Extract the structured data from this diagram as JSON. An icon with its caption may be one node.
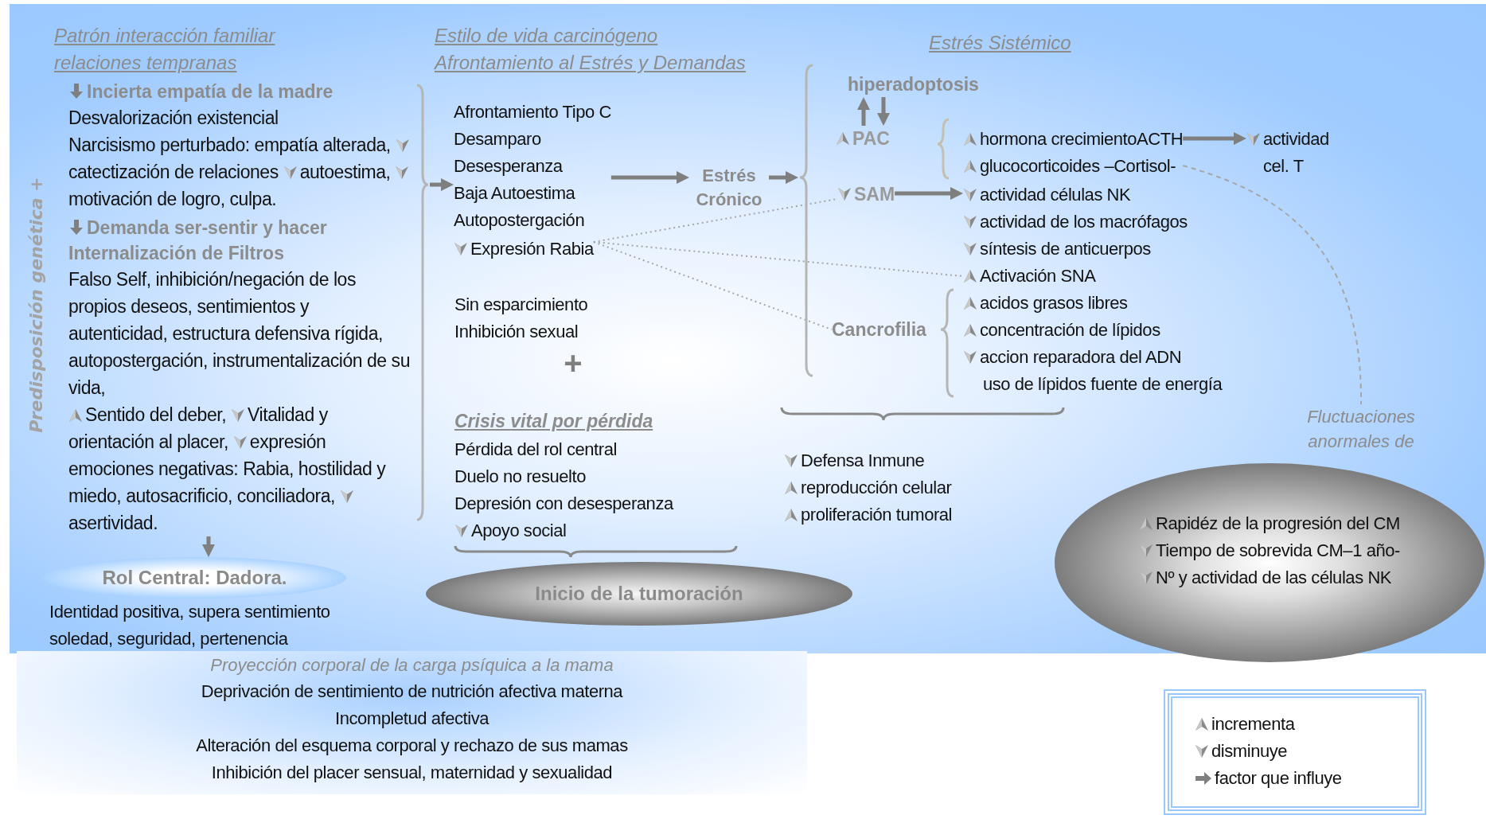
{
  "diagram": {
    "nodes": [
      {
        "text": [
          "Patrón interacción familiar relaciones tempranas",
          "Incierta empatía de la madre",
          "Desvalorización existencial",
          "Narcisismo perturbado: empatía alterada,",
          "catectización de relaciones",
          "autoestima,",
          "motivación de logro, culpa.",
          "Demanda ser-sentir y hacer Internalización de Filtros",
          "Falso Self, inhibición/negación de los propios deseos, sentimientos y autenticidad, estructura defensiva rígida, autopostergación, instrumentalización de su vida,",
          "Sentido del deber,",
          "Vitalidad y orientación al placer,",
          "expresión emociones negativas: Rabia, hostilidad y miedo, autosacrificio, conciliadora,",
          "asertividad."
        ]
      },
      {
        "text": [
          "Rol Central: Dadora."
        ],
        "beside": [
          "Identidad positiva, supera sentimiento soledad, seguridad, pertenencia"
        ]
      },
      {
        "text": [
          "Afrontamiento Tipo C",
          "Desamparo",
          "Desesperanza",
          "Baja Autoestima",
          "Autopostergación"
        ]
      },
      {
        "text": [
          "Expresión Rabia"
        ]
      },
      {
        "text": [
          "Estrés Crónico"
        ]
      },
      {
        "text": [
          "Estrés Sistémico"
        ]
      },
      {
        "text": [
          "hiperadoptosis"
        ],
        "in": 5
      },
      {
        "text": [
          "PAC"
        ],
        "in": 5
      },
      {
        "text": [
          "hormona crecimientoACTH",
          "glucocorticoides –Cortisol-"
        ],
        "in": 5
      },
      {
        "text": [
          "actividad cel. T"
        ],
        "in": 5
      },
      {
        "text": [
          "SAM"
        ],
        "in": 5
      },
      {
        "text": [
          "actividad células NK",
          "actividad de los macrófagos",
          "síntesis de anticuerpos",
          "Activación SNA"
        ],
        "in": 5
      },
      {
        "text": [
          "Cancrofilia"
        ],
        "in": 5
      },
      {
        "text": [
          "acidos grasos libres",
          "concentración de lípidos",
          "accion reparadora del ADN",
          "uso de lípidos fuente de energía"
        ],
        "in": 5
      },
      {
        "text": [
          "Fluctuaciones anormales de"
        ]
      },
      {
        "text": [
          "Inicio de la tumoración"
        ]
      },
      {
        "text": [
          "Rapidéz de la progresión del CM",
          "Tiempo de sobrevida CM–1 año-",
          "Nº y actividad de las células NK"
        ]
      },
      {
        "text": [
          "Proyección corporal de la carga psíquica a la mama",
          "Deprivación de sentimiento de nutrición afectiva materna",
          "Incompletud afectiva",
          "Alteración del esquema corporal y rechazo de sus mamas",
          "Inhibición del placer sensual, maternidad y sexualidad"
        ]
      }
    ],
    "edges": [
      {
        "from": 0,
        "to": 2,
        "arrow": "to"
      },
      {
        "from": 0,
        "to": 1,
        "arrow": "to"
      },
      {
        "from": 2,
        "to": 4,
        "arrow": "to"
      },
      {
        "from": 4,
        "to": 5,
        "arrow": "to"
      },
      {
        "from": 7,
        "to": 6,
        "arrow": "to"
      },
      {
        "from": 6,
        "to": 7,
        "arrow": "to"
      },
      {
        "from": 8,
        "to": 9,
        "arrow": "to"
      },
      {
        "from": 10,
        "to": 11,
        "arrow": "to"
      },
      {
        "from": 3,
        "to": 10,
        "arrow": "none",
        "style": "dashed"
      },
      {
        "from": 3,
        "to": 11,
        "arrow": "none",
        "style": "dashed"
      },
      {
        "from": 3,
        "to": 12,
        "arrow": "none",
        "style": "dashed"
      },
      {
        "from": 8,
        "to": 14,
        "arrow": "none",
        "style": "dashed"
      }
    ],
    "labels": [
      "Predisposición genética +",
      "Estilo de vida carcinógeno Afrontamiento al Estrés y Demandas",
      "Sin esparcimiento",
      "Inhibición sexual",
      "+",
      "Crisis vital por pérdida",
      "Pérdida del rol central",
      "Duelo no resuelto",
      "Depresión con desesperanza",
      "Apoyo social",
      "Defensa Inmune",
      "reproducción celular",
      "proliferación tumoral"
    ],
    "legend": [
      {
        "text": "incrementa"
      },
      {
        "text": "disminuye"
      },
      {
        "text": "factor que influye"
      }
    ]
  }
}
